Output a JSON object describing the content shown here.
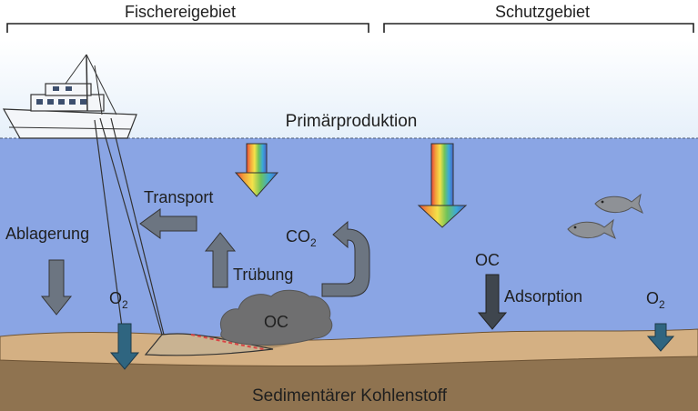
{
  "regions": {
    "fishing_area": "Fischereigebiet",
    "protected_area": "Schutzgebiet"
  },
  "labels": {
    "primary_production": "Primärproduktion",
    "transport": "Transport",
    "deposition": "Ablagerung",
    "co2_base": "CO",
    "co2_sub": "2",
    "turbidity": "Trübung",
    "oc_cloud": "OC",
    "oc_right": "OC",
    "adsorption": "Adsorption",
    "o2_left_base": "O",
    "o2_left_sub": "2",
    "o2_right_base": "O",
    "o2_right_sub": "2",
    "sediment_carbon": "Sedimentärer Kohlenstoff"
  },
  "colors": {
    "sky": "#e9f2fb",
    "water": "#8aa5e4",
    "sand": "#d4b083",
    "sediment": "#8f7350",
    "gray_arrow": "#6c7581",
    "dark_arrow": "#3f464e",
    "teal_arrow": "#2f6580",
    "cloud": "#6f6f70",
    "fish": "#8e9196"
  }
}
